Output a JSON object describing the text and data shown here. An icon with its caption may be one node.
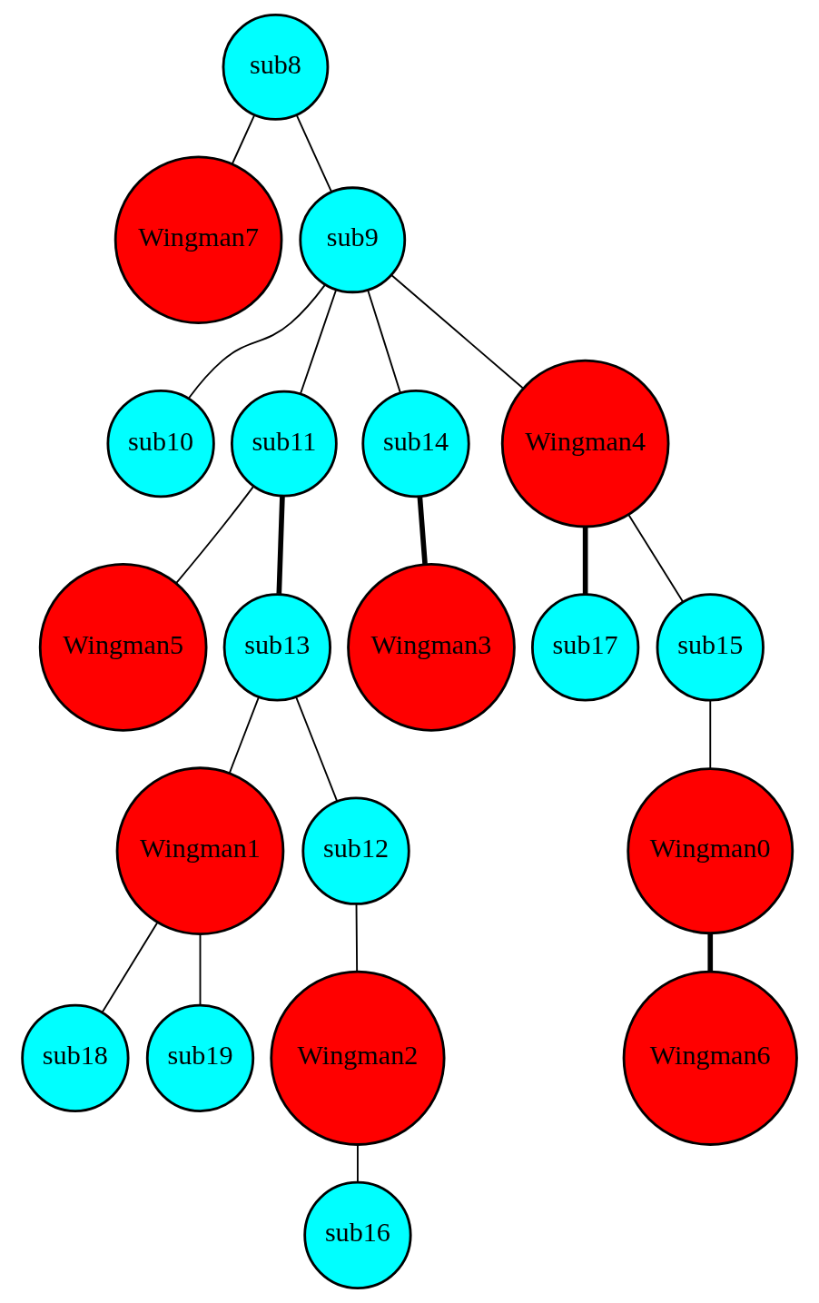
{
  "diagram": {
    "nodes": [
      {
        "text": [
          "sub8"
        ]
      },
      {
        "text": [
          "Wingman7"
        ]
      },
      {
        "text": [
          "sub9"
        ]
      },
      {
        "text": [
          "sub10"
        ]
      },
      {
        "text": [
          "sub11"
        ]
      },
      {
        "text": [
          "sub14"
        ]
      },
      {
        "text": [
          "Wingman4"
        ]
      },
      {
        "text": [
          "Wingman5"
        ]
      },
      {
        "text": [
          "sub13"
        ]
      },
      {
        "text": [
          "Wingman3"
        ]
      },
      {
        "text": [
          "sub17"
        ]
      },
      {
        "text": [
          "sub15"
        ]
      },
      {
        "text": [
          "Wingman1"
        ]
      },
      {
        "text": [
          "sub12"
        ]
      },
      {
        "text": [
          "Wingman0"
        ]
      },
      {
        "text": [
          "sub18"
        ]
      },
      {
        "text": [
          "sub19"
        ]
      },
      {
        "text": [
          "Wingman2"
        ]
      },
      {
        "text": [
          "Wingman6"
        ]
      },
      {
        "text": [
          "sub16"
        ]
      }
    ],
    "edges": [
      {
        "from": 0,
        "to": 2,
        "arrow": "none"
      },
      {
        "from": 0,
        "to": 1,
        "arrow": "none"
      },
      {
        "from": 2,
        "to": 3,
        "arrow": "none"
      },
      {
        "from": 2,
        "to": 4,
        "arrow": "none"
      },
      {
        "from": 2,
        "to": 5,
        "arrow": "none"
      },
      {
        "from": 2,
        "to": 6,
        "arrow": "none"
      },
      {
        "from": 4,
        "to": 7,
        "arrow": "none"
      },
      {
        "from": 4,
        "to": 8,
        "arrow": "none",
        "style": "thick"
      },
      {
        "from": 5,
        "to": 9,
        "arrow": "none",
        "style": "thick"
      },
      {
        "from": 6,
        "to": 10,
        "arrow": "none",
        "style": "thick"
      },
      {
        "from": 6,
        "to": 11,
        "arrow": "none"
      },
      {
        "from": 8,
        "to": 12,
        "arrow": "none"
      },
      {
        "from": 8,
        "to": 13,
        "arrow": "none"
      },
      {
        "from": 11,
        "to": 14,
        "arrow": "none"
      },
      {
        "from": 12,
        "to": 15,
        "arrow": "none"
      },
      {
        "from": 12,
        "to": 16,
        "arrow": "none"
      },
      {
        "from": 13,
        "to": 17,
        "arrow": "none"
      },
      {
        "from": 14,
        "to": 18,
        "arrow": "none",
        "style": "thick"
      },
      {
        "from": 17,
        "to": 19,
        "arrow": "none"
      }
    ]
  }
}
